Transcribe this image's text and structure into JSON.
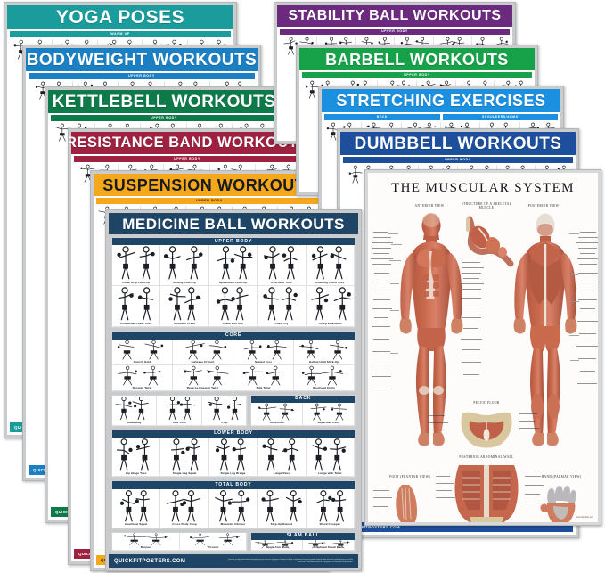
{
  "product": {
    "brand": "QUICKFITPOSTERS.COM",
    "poster_count": 10
  },
  "posters": [
    {
      "id": "yoga",
      "title": "YOGA POSES",
      "color": "#1a9c9c",
      "text_color": "light",
      "subbands": [
        "WARM UP"
      ]
    },
    {
      "id": "bodyweight",
      "title": "BODYWEIGHT WORKOUTS",
      "color": "#1b7fc4",
      "text_color": "light",
      "subbands": [
        "UPPER BODY"
      ]
    },
    {
      "id": "kettlebell",
      "title": "KETTLEBELL WORKOUTS",
      "color": "#0e7a4a",
      "text_color": "light",
      "subbands": [
        "UPPER BODY"
      ]
    },
    {
      "id": "resistance",
      "title": "RESISTANCE BAND WORKOUTS",
      "color": "#9e2240",
      "text_color": "light",
      "subbands": [
        "UPPER BODY"
      ]
    },
    {
      "id": "suspension",
      "title": "SUSPENSION WORKOUTS",
      "color": "#f5a81c",
      "text_color": "dark",
      "subbands": [
        "UPPER BODY"
      ]
    },
    {
      "id": "stability",
      "title": "STABILITY BALL WORKOUTS",
      "color": "#6b2a7d",
      "text_color": "light",
      "subbands": [
        "UPPER BODY"
      ]
    },
    {
      "id": "barbell",
      "title": "BARBELL WORKOUTS",
      "color": "#17a24a",
      "text_color": "light",
      "subbands": [
        "UPPER BODY"
      ]
    },
    {
      "id": "stretching",
      "title": "STRETCHING EXERCISES",
      "color": "#1b8fe0",
      "text_color": "light",
      "subbands": [
        "NECK",
        "SHOULDERS/ARMS"
      ]
    },
    {
      "id": "dumbbell",
      "title": "DUMBBELL WORKOUTS",
      "color": "#1d4f9c",
      "text_color": "light",
      "subbands": [
        "UPPER BODY"
      ]
    }
  ],
  "medicine_ball": {
    "title": "MEDICINE BALL WORKOUTS",
    "color": "#1e4566",
    "footer_brand": "QUICKFITPOSTERS.COM",
    "footer_disclaimer": "Consult a physician before beginning any exercise program. Experts highly recommend seeking professional advice before performing any of the exercises illustrated within this program or using this equipment.",
    "sections": [
      {
        "name": "UPPER BODY",
        "columns": 5,
        "exercises": [
          "Close Grip Push-Up",
          "Rolling Push-Up",
          "Spiderman Push-Up",
          "Overhead Toss",
          "Kneeling Chest Toss",
          "Rotational Chest Toss",
          "Shoulder Press",
          "Plank Roll Out",
          "Chest Fly",
          "Tricep Extension"
        ]
      },
      {
        "name": "CORE",
        "columns": 4,
        "exercises": [
          "Crunch Hold",
          "Suitcase Crunch",
          "Seated Toss",
          "Hollow Hold Stick-Up",
          "Russian Twist",
          "Reverse Russian Twist",
          "Side Twist",
          "Overhead Circle",
          "Dead Bug",
          "Side Toss",
          "V-Up"
        ]
      },
      {
        "name": "BACK",
        "columns": 2,
        "exercises": [
          "Superman",
          "Superman Pass"
        ]
      },
      {
        "name": "LOWER BODY",
        "columns": 5,
        "exercises": [
          "Hip Hinge Toss",
          "Single Leg Squat",
          "Single Leg Bridge",
          "Lunge Pass",
          "Lunge with Twist"
        ]
      },
      {
        "name": "TOTAL BODY",
        "columns": 5,
        "exercises": [
          "Heartbeat Squat",
          "Cross Body Chop",
          "Mountain Climber",
          "Step-Up Extend",
          "Wood Chopper",
          "Burpee",
          "Thruster"
        ]
      },
      {
        "name": "SLAM BALL",
        "columns": 2,
        "exercises": [
          "Single Arm Slam",
          "Overhead Squat Slam"
        ]
      }
    ]
  },
  "anatomy": {
    "title": "THE MUSCULAR SYSTEM",
    "credit": "AnatomyChart.net",
    "views": [
      "ANTERIOR VIEW",
      "STRUCTURE OF A SKELETAL MUSCLE",
      "POSTERIOR VIEW",
      "PELVIC FLOOR",
      "POSTERIOR ABDOMINAL WALL",
      "FOOT (PLANTAR VIEW)",
      "HAND (PALMAR VIEW)"
    ]
  }
}
